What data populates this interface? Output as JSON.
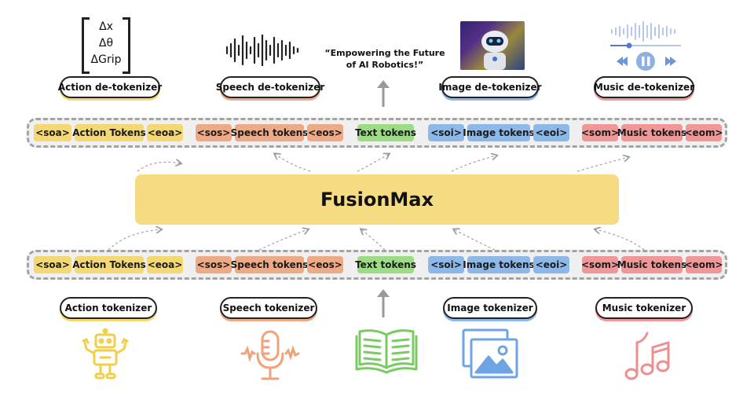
{
  "top_pills": {
    "action": "Action de-tokenizer",
    "speech": "Speech de-tokenizer",
    "image": "Image de-tokenizer",
    "music": "Music de-tokenizer"
  },
  "bottom_pills": {
    "action": "Action tokenizer",
    "speech": "Speech tokenizer",
    "image": "Image tokenizer",
    "music": "Music tokenizer"
  },
  "action_matrix": [
    "Δx",
    "Δθ",
    "ΔGrip"
  ],
  "text_output": "“Empowering the Future of AI Robotics!”",
  "fusion_label": "FusionMax",
  "tokens": {
    "soa": "<soa>",
    "action": "Action Tokens",
    "eoa": "<eoa>",
    "sos": "<sos>",
    "speech": "Speech tokens",
    "eos": "<eos>",
    "text": "Text tokens",
    "soi": "<soi>",
    "image": "Image tokens",
    "eoi": "<eoi>",
    "som": "<som>",
    "music": "Music tokens",
    "eom": "<eom>"
  },
  "colors": {
    "action": "#f3d873",
    "speech": "#eeaa85",
    "text": "#9bdc84",
    "image": "#8db8ea",
    "music": "#f19797",
    "fusion": "#f5dc82"
  },
  "icons": {
    "action_input": "robot-icon",
    "speech_input": "microphone-icon",
    "text_input": "open-book-icon",
    "image_input": "image-gallery-icon",
    "music_input": "music-notes-icon",
    "speech_output": "waveform-icon",
    "music_output": "audio-player-icon",
    "image_output": "robot-photo"
  }
}
